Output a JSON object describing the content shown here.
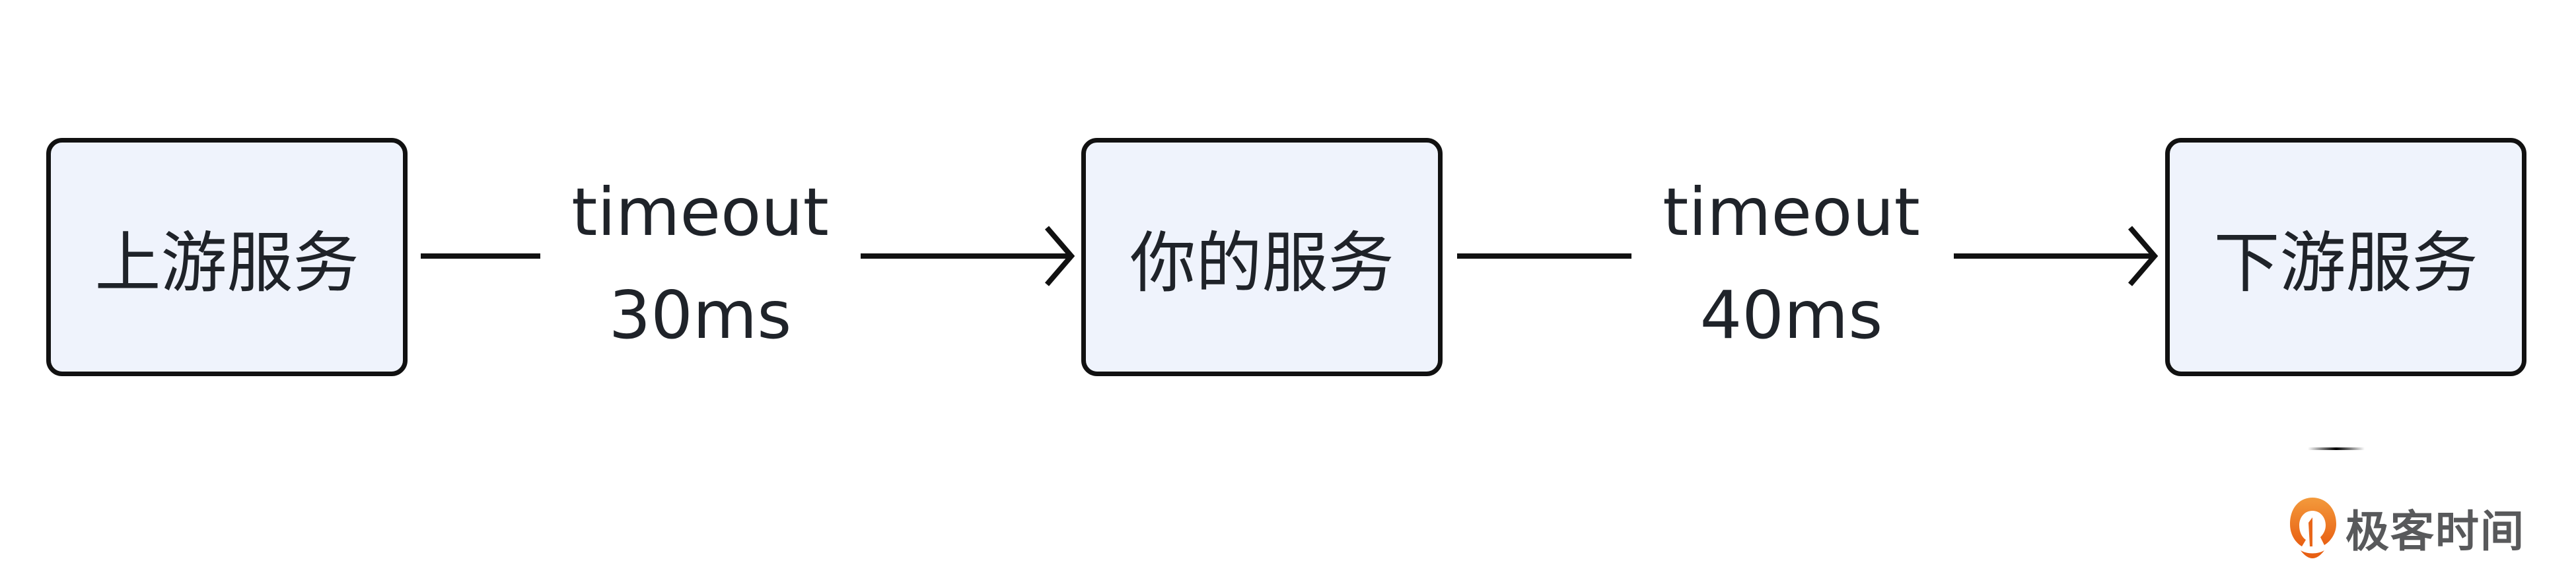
{
  "nodes": [
    {
      "label": "上游服务"
    },
    {
      "label": "你的服务"
    },
    {
      "label": "下游服务"
    }
  ],
  "edges": [
    {
      "line1": "timeout",
      "line2": "30ms"
    },
    {
      "line1": "timeout",
      "line2": "40ms"
    }
  ],
  "logo": {
    "text": "极客时间"
  },
  "colors": {
    "node_fill": "#eff3fc",
    "stroke": "#111111",
    "logo_orange": "#e8661a"
  }
}
